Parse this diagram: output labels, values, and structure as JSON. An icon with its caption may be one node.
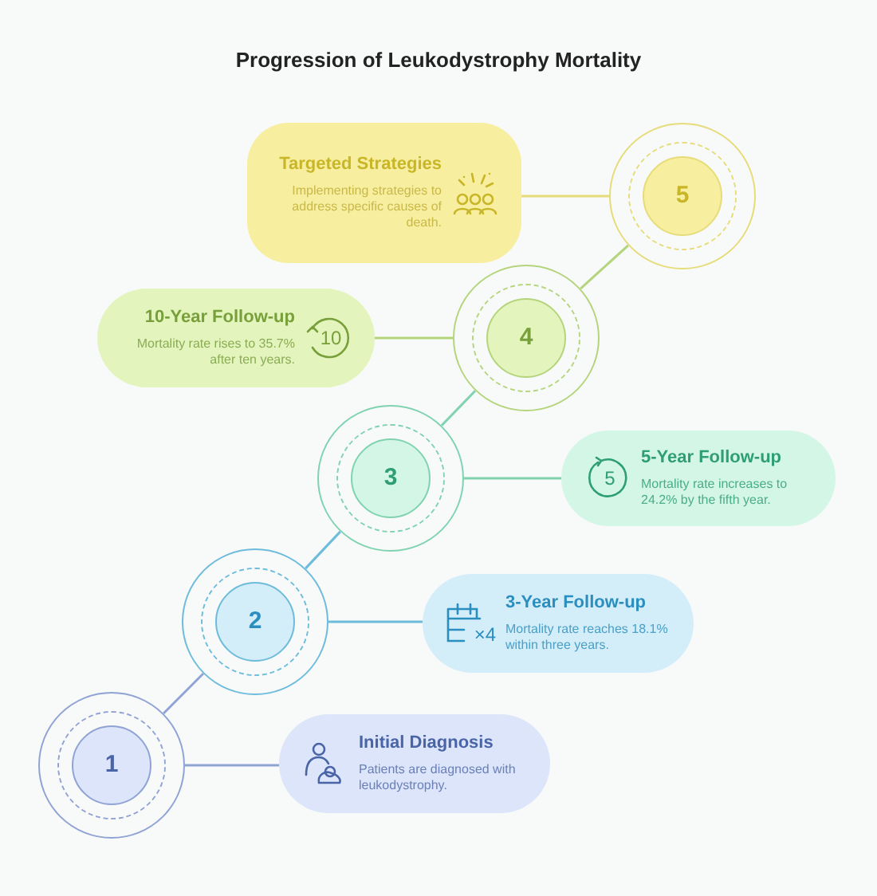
{
  "diagram": {
    "title": "Progression of Leukodystrophy Mortality",
    "nodes": [
      {
        "text": [
          "Targeted Strategies",
          "Implementing strategies to address specific causes of death."
        ]
      },
      {
        "text": [
          "5"
        ]
      },
      {
        "text": [
          "10-Year Follow-up",
          "Mortality rate rises to 35.7% after ten years."
        ]
      },
      {
        "text": [
          "4"
        ]
      },
      {
        "text": [
          "3"
        ]
      },
      {
        "text": [
          "5-Year Follow-up",
          "Mortality rate increases to 24.2% by the fifth year."
        ]
      },
      {
        "text": [
          "2"
        ]
      },
      {
        "text": [
          "3-Year Follow-up",
          "Mortality rate reaches 18.1% within three years."
        ]
      },
      {
        "text": [
          "1"
        ]
      },
      {
        "text": [
          "Initial Diagnosis",
          "Patients are diagnosed with leukodystrophy."
        ]
      }
    ],
    "edges": [
      {
        "from": 8,
        "to": 6,
        "arrow": "none",
        "color": "#8fa3d4"
      },
      {
        "from": 6,
        "to": 4,
        "arrow": "none",
        "color": "#6dbcdc"
      },
      {
        "from": 4,
        "to": 3,
        "arrow": "none",
        "color": "#7fd3b0"
      },
      {
        "from": 3,
        "to": 1,
        "arrow": "none",
        "color": "#b5d57c"
      },
      {
        "from": 8,
        "to": 9,
        "arrow": "none",
        "color": "#8fa3d4"
      },
      {
        "from": 6,
        "to": 7,
        "arrow": "none",
        "color": "#6dbcdc"
      },
      {
        "from": 4,
        "to": 5,
        "arrow": "none",
        "color": "#7fd3b0"
      },
      {
        "from": 3,
        "to": 2,
        "arrow": "none",
        "color": "#b5d57c"
      },
      {
        "from": 1,
        "to": 0,
        "arrow": "none",
        "color": "#e6dc7a"
      }
    ],
    "labels": [
      "10",
      "5",
      "×4"
    ]
  }
}
